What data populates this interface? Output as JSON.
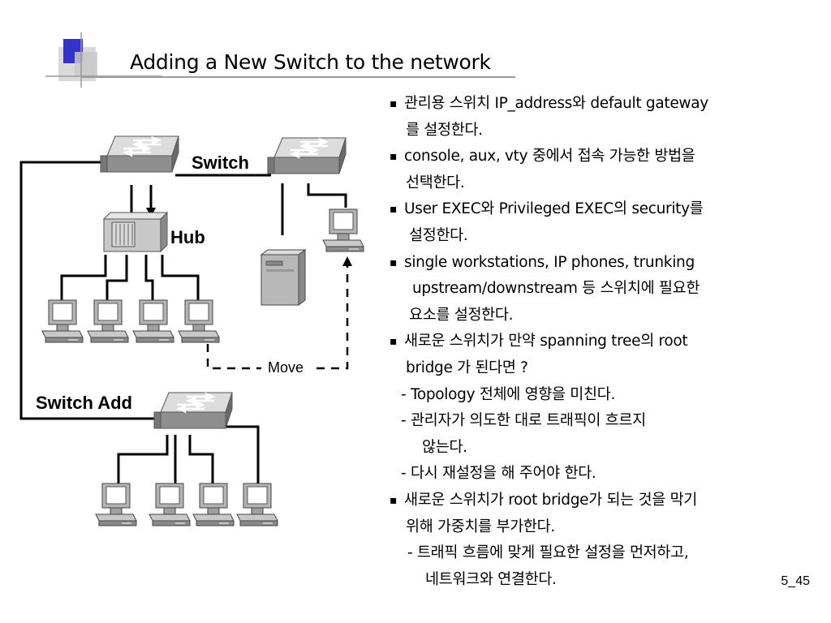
{
  "slide": {
    "title": "Adding a New Switch to the network",
    "page_number": "5_45"
  },
  "diagram": {
    "labels": {
      "switch": "Switch",
      "hub": "Hub",
      "switch_add": "Switch Add",
      "move": "Move"
    }
  },
  "bullets": [
    "관리용 스위치 IP_address와 default gateway",
    "를 설정한다.",
    "console, aux, vty 중에서 접속 가능한 방법을",
    "선택한다.",
    "User EXEC와 Privileged EXEC의 security를",
    "설정한다.",
    "single workstations, IP phones, trunking",
    "upstream/downstream 등 스위치에 필요한",
    "요소를 설정한다.",
    "새로운 스위치가 만약 spanning tree의 root",
    "bridge 가 된다면 ?",
    "- Topology 전체에 영향을 미친다.",
    "- 관리자가 의도한 대로 트래픽이 흐르지",
    "않는다.",
    "- 다시 재설정을 해 주어야 한다.",
    "새로운 스위치가 root bridge가 되는 것을 막기",
    "위해 가중치를 부가한다.",
    "- 트래픽 흐름에 맞게 필요한 설정을 먼저하고,",
    "네트워크와 연결한다."
  ],
  "colors": {
    "title_square": "#3333cc",
    "title_underline": "#999999",
    "device_gray": "#b0b0b0",
    "device_dark": "#6a6a6a"
  }
}
